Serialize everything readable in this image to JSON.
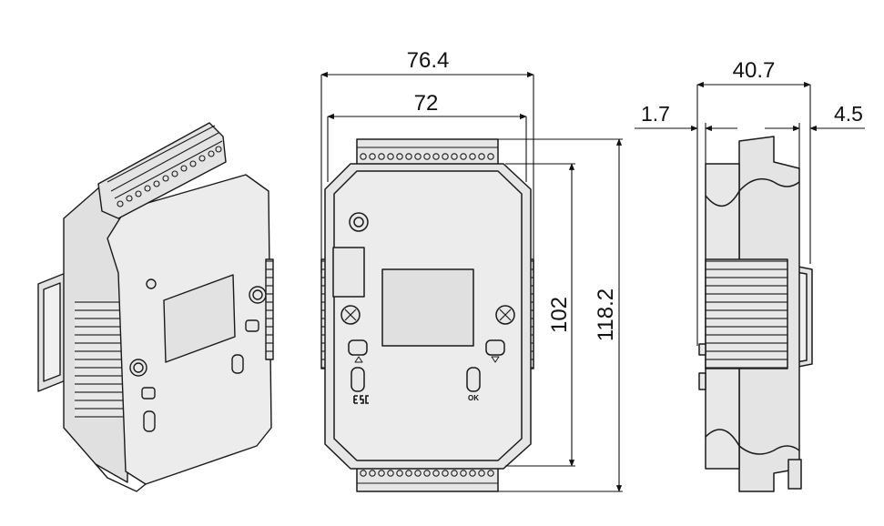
{
  "dimensions": {
    "overall_width": "76.4",
    "inner_width": "72",
    "depth": "40.7",
    "side_offset_left": "1.7",
    "side_offset_right": "4.5",
    "inner_height": "102",
    "overall_height": "118.2"
  },
  "panel_labels": {
    "ok_label": "OK"
  },
  "colors": {
    "line": "#1a1a1a",
    "body_fill": "#e6e6e6",
    "face_fill": "#ececec",
    "shadow_fill": "#c8c8c8",
    "window_fill": "#d6d6d6"
  }
}
